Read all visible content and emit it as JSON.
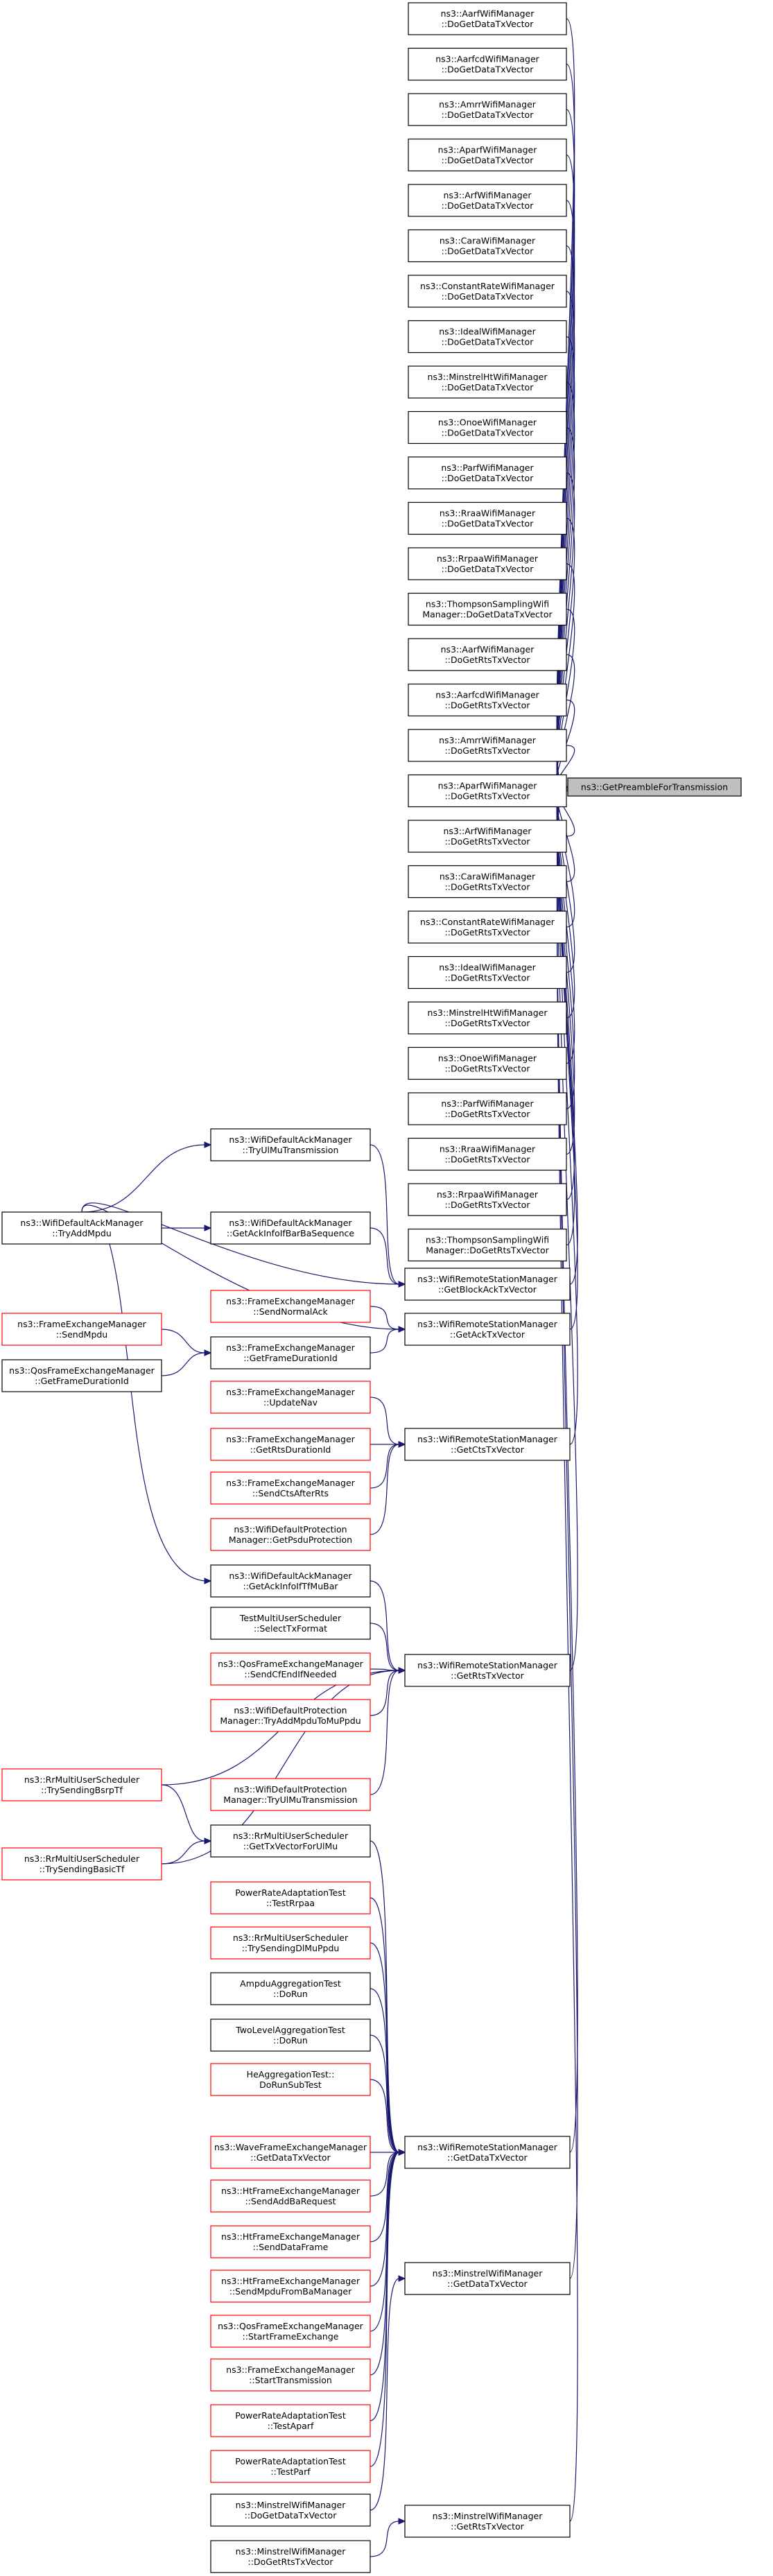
{
  "colors": {
    "edge": "#191970",
    "target_fill": "#bfbfbf",
    "node_border": "#000000",
    "undocumented_border": "#ff0000",
    "node_fill": "#ffffff"
  },
  "target": {
    "id": "T",
    "lines": [
      "ns3::GetPreambleForTransmission"
    ]
  },
  "nodes": [
    {
      "id": "n1",
      "lines": [
        "ns3::AarfWifiManager",
        "::DoGetDataTxVector"
      ],
      "style": "normal"
    },
    {
      "id": "n2",
      "lines": [
        "ns3::AarfcdWifiManager",
        "::DoGetDataTxVector"
      ],
      "style": "normal"
    },
    {
      "id": "n3",
      "lines": [
        "ns3::AmrrWifiManager",
        "::DoGetDataTxVector"
      ],
      "style": "normal"
    },
    {
      "id": "n4",
      "lines": [
        "ns3::AparfWifiManager",
        "::DoGetDataTxVector"
      ],
      "style": "normal"
    },
    {
      "id": "n5",
      "lines": [
        "ns3::ArfWifiManager",
        "::DoGetDataTxVector"
      ],
      "style": "normal"
    },
    {
      "id": "n6",
      "lines": [
        "ns3::CaraWifiManager",
        "::DoGetDataTxVector"
      ],
      "style": "normal"
    },
    {
      "id": "n7",
      "lines": [
        "ns3::ConstantRateWifiManager",
        "::DoGetDataTxVector"
      ],
      "style": "normal"
    },
    {
      "id": "n8",
      "lines": [
        "ns3::IdealWifiManager",
        "::DoGetDataTxVector"
      ],
      "style": "normal"
    },
    {
      "id": "n9",
      "lines": [
        "ns3::MinstrelHtWifiManager",
        "::DoGetDataTxVector"
      ],
      "style": "normal"
    },
    {
      "id": "n10",
      "lines": [
        "ns3::OnoeWifiManager",
        "::DoGetDataTxVector"
      ],
      "style": "normal"
    },
    {
      "id": "n11",
      "lines": [
        "ns3::ParfWifiManager",
        "::DoGetDataTxVector"
      ],
      "style": "normal"
    },
    {
      "id": "n12",
      "lines": [
        "ns3::RraaWifiManager",
        "::DoGetDataTxVector"
      ],
      "style": "normal"
    },
    {
      "id": "n13",
      "lines": [
        "ns3::RrpaaWifiManager",
        "::DoGetDataTxVector"
      ],
      "style": "normal"
    },
    {
      "id": "n14",
      "lines": [
        "ns3::ThompsonSamplingWifi",
        "Manager::DoGetDataTxVector"
      ],
      "style": "normal"
    },
    {
      "id": "n15",
      "lines": [
        "ns3::AarfWifiManager",
        "::DoGetRtsTxVector"
      ],
      "style": "normal"
    },
    {
      "id": "n16",
      "lines": [
        "ns3::AarfcdWifiManager",
        "::DoGetRtsTxVector"
      ],
      "style": "normal"
    },
    {
      "id": "n17",
      "lines": [
        "ns3::AmrrWifiManager",
        "::DoGetRtsTxVector"
      ],
      "style": "normal"
    },
    {
      "id": "n18",
      "lines": [
        "ns3::AparfWifiManager",
        "::DoGetRtsTxVector"
      ],
      "style": "normal"
    },
    {
      "id": "n19",
      "lines": [
        "ns3::ArfWifiManager",
        "::DoGetRtsTxVector"
      ],
      "style": "normal"
    },
    {
      "id": "n20",
      "lines": [
        "ns3::CaraWifiManager",
        "::DoGetRtsTxVector"
      ],
      "style": "normal"
    },
    {
      "id": "n21",
      "lines": [
        "ns3::ConstantRateWifiManager",
        "::DoGetRtsTxVector"
      ],
      "style": "normal"
    },
    {
      "id": "n22",
      "lines": [
        "ns3::IdealWifiManager",
        "::DoGetRtsTxVector"
      ],
      "style": "normal"
    },
    {
      "id": "n23",
      "lines": [
        "ns3::MinstrelHtWifiManager",
        "::DoGetRtsTxVector"
      ],
      "style": "normal"
    },
    {
      "id": "n24",
      "lines": [
        "ns3::OnoeWifiManager",
        "::DoGetRtsTxVector"
      ],
      "style": "normal"
    },
    {
      "id": "n25",
      "lines": [
        "ns3::ParfWifiManager",
        "::DoGetRtsTxVector"
      ],
      "style": "normal"
    },
    {
      "id": "n26",
      "lines": [
        "ns3::RraaWifiManager",
        "::DoGetRtsTxVector"
      ],
      "style": "normal"
    },
    {
      "id": "n27",
      "lines": [
        "ns3::RrpaaWifiManager",
        "::DoGetRtsTxVector"
      ],
      "style": "normal"
    },
    {
      "id": "n28",
      "lines": [
        "ns3::ThompsonSamplingWifi",
        "Manager::DoGetRtsTxVector"
      ],
      "style": "normal"
    },
    {
      "id": "n29",
      "lines": [
        "ns3::WifiRemoteStationManager",
        "::GetBlockAckTxVector"
      ],
      "style": "normal"
    },
    {
      "id": "n30",
      "lines": [
        "ns3::WifiRemoteStationManager",
        "::GetAckTxVector"
      ],
      "style": "normal"
    },
    {
      "id": "n31",
      "lines": [
        "ns3::WifiRemoteStationManager",
        "::GetCtsTxVector"
      ],
      "style": "normal"
    },
    {
      "id": "n32",
      "lines": [
        "ns3::WifiRemoteStationManager",
        "::GetRtsTxVector"
      ],
      "style": "normal"
    },
    {
      "id": "n33",
      "lines": [
        "ns3::WifiRemoteStationManager",
        "::GetDataTxVector"
      ],
      "style": "normal"
    },
    {
      "id": "n34",
      "lines": [
        "ns3::MinstrelWifiManager",
        "::GetDataTxVector"
      ],
      "style": "normal"
    },
    {
      "id": "n35",
      "lines": [
        "ns3::MinstrelWifiManager",
        "::GetRtsTxVector"
      ],
      "style": "normal"
    },
    {
      "id": "m1",
      "lines": [
        "ns3::WifiDefaultAckManager",
        "::TryUlMuTransmission"
      ],
      "style": "normal"
    },
    {
      "id": "m2",
      "lines": [
        "ns3::WifiDefaultAckManager",
        "::GetAckInfoIfBarBaSequence"
      ],
      "style": "normal"
    },
    {
      "id": "m3",
      "lines": [
        "ns3::FrameExchangeManager",
        "::SendNormalAck"
      ],
      "style": "undoc"
    },
    {
      "id": "m4",
      "lines": [
        "ns3::FrameExchangeManager",
        "::GetFrameDurationId"
      ],
      "style": "normal"
    },
    {
      "id": "m5",
      "lines": [
        "ns3::FrameExchangeManager",
        "::UpdateNav"
      ],
      "style": "undoc"
    },
    {
      "id": "m6",
      "lines": [
        "ns3::FrameExchangeManager",
        "::GetRtsDurationId"
      ],
      "style": "undoc"
    },
    {
      "id": "m7",
      "lines": [
        "ns3::FrameExchangeManager",
        "::SendCtsAfterRts"
      ],
      "style": "undoc"
    },
    {
      "id": "m8",
      "lines": [
        "ns3::WifiDefaultProtection",
        "Manager::GetPsduProtection"
      ],
      "style": "undoc"
    },
    {
      "id": "m9",
      "lines": [
        "ns3::WifiDefaultAckManager",
        "::GetAckInfoIfTfMuBar"
      ],
      "style": "normal"
    },
    {
      "id": "m10",
      "lines": [
        "TestMultiUserScheduler",
        "::SelectTxFormat"
      ],
      "style": "normal"
    },
    {
      "id": "m11",
      "lines": [
        "ns3::QosFrameExchangeManager",
        "::SendCfEndIfNeeded"
      ],
      "style": "undoc"
    },
    {
      "id": "m12",
      "lines": [
        "ns3::WifiDefaultProtection",
        "Manager::TryAddMpduToMuPpdu"
      ],
      "style": "undoc"
    },
    {
      "id": "m13",
      "lines": [
        "ns3::WifiDefaultProtection",
        "Manager::TryUlMuTransmission"
      ],
      "style": "undoc"
    },
    {
      "id": "m14",
      "lines": [
        "ns3::RrMultiUserScheduler",
        "::GetTxVectorForUlMu"
      ],
      "style": "normal"
    },
    {
      "id": "m15",
      "lines": [
        "PowerRateAdaptationTest",
        "::TestRrpaa"
      ],
      "style": "undoc"
    },
    {
      "id": "m16",
      "lines": [
        "ns3::RrMultiUserScheduler",
        "::TrySendingDlMuPpdu"
      ],
      "style": "undoc"
    },
    {
      "id": "m17",
      "lines": [
        "AmpduAggregationTest",
        "::DoRun"
      ],
      "style": "normal"
    },
    {
      "id": "m18",
      "lines": [
        "TwoLevelAggregationTest",
        "::DoRun"
      ],
      "style": "normal"
    },
    {
      "id": "m19",
      "lines": [
        "HeAggregationTest::",
        "DoRunSubTest"
      ],
      "style": "undoc"
    },
    {
      "id": "m20",
      "lines": [
        "ns3::WaveFrameExchangeManager",
        "::GetDataTxVector"
      ],
      "style": "undoc"
    },
    {
      "id": "m21",
      "lines": [
        "ns3::HtFrameExchangeManager",
        "::SendAddBaRequest"
      ],
      "style": "undoc"
    },
    {
      "id": "m22",
      "lines": [
        "ns3::HtFrameExchangeManager",
        "::SendDataFrame"
      ],
      "style": "undoc"
    },
    {
      "id": "m23",
      "lines": [
        "ns3::HtFrameExchangeManager",
        "::SendMpduFromBaManager"
      ],
      "style": "undoc"
    },
    {
      "id": "m24",
      "lines": [
        "ns3::QosFrameExchangeManager",
        "::StartFrameExchange"
      ],
      "style": "undoc"
    },
    {
      "id": "m25",
      "lines": [
        "ns3::FrameExchangeManager",
        "::StartTransmission"
      ],
      "style": "undoc"
    },
    {
      "id": "m26",
      "lines": [
        "PowerRateAdaptationTest",
        "::TestAparf"
      ],
      "style": "undoc"
    },
    {
      "id": "m27",
      "lines": [
        "PowerRateAdaptationTest",
        "::TestParf"
      ],
      "style": "undoc"
    },
    {
      "id": "m28",
      "lines": [
        "ns3::MinstrelWifiManager",
        "::DoGetDataTxVector"
      ],
      "style": "normal"
    },
    {
      "id": "m29",
      "lines": [
        "ns3::MinstrelWifiManager",
        "::DoGetRtsTxVector"
      ],
      "style": "normal"
    },
    {
      "id": "l1",
      "lines": [
        "ns3::WifiDefaultAckManager",
        "::TryAddMpdu"
      ],
      "style": "normal"
    },
    {
      "id": "l2",
      "lines": [
        "ns3::FrameExchangeManager",
        "::SendMpdu"
      ],
      "style": "undoc"
    },
    {
      "id": "l3",
      "lines": [
        "ns3::QosFrameExchangeManager",
        "::GetFrameDurationId"
      ],
      "style": "normal"
    },
    {
      "id": "l4",
      "lines": [
        "ns3::RrMultiUserScheduler",
        "::TrySendingBsrpTf"
      ],
      "style": "undoc"
    },
    {
      "id": "l5",
      "lines": [
        "ns3::RrMultiUserScheduler",
        "::TrySendingBasicTf"
      ],
      "style": "undoc"
    }
  ],
  "edges": [
    [
      "n1",
      "T"
    ],
    [
      "n2",
      "T"
    ],
    [
      "n3",
      "T"
    ],
    [
      "n4",
      "T"
    ],
    [
      "n5",
      "T"
    ],
    [
      "n6",
      "T"
    ],
    [
      "n7",
      "T"
    ],
    [
      "n8",
      "T"
    ],
    [
      "n9",
      "T"
    ],
    [
      "n10",
      "T"
    ],
    [
      "n11",
      "T"
    ],
    [
      "n12",
      "T"
    ],
    [
      "n13",
      "T"
    ],
    [
      "n14",
      "T"
    ],
    [
      "n15",
      "T"
    ],
    [
      "n16",
      "T"
    ],
    [
      "n17",
      "T"
    ],
    [
      "n18",
      "T"
    ],
    [
      "n19",
      "T"
    ],
    [
      "n20",
      "T"
    ],
    [
      "n21",
      "T"
    ],
    [
      "n22",
      "T"
    ],
    [
      "n23",
      "T"
    ],
    [
      "n24",
      "T"
    ],
    [
      "n25",
      "T"
    ],
    [
      "n26",
      "T"
    ],
    [
      "n27",
      "T"
    ],
    [
      "n28",
      "T"
    ],
    [
      "n29",
      "T"
    ],
    [
      "n30",
      "T"
    ],
    [
      "n31",
      "T"
    ],
    [
      "n32",
      "T"
    ],
    [
      "n33",
      "T"
    ],
    [
      "n34",
      "T"
    ],
    [
      "n35",
      "T"
    ],
    [
      "m1",
      "n29"
    ],
    [
      "m2",
      "n29"
    ],
    [
      "l1",
      "n29"
    ],
    [
      "l1",
      "n30"
    ],
    [
      "l1",
      "m1"
    ],
    [
      "l1",
      "m2"
    ],
    [
      "l1",
      "m9"
    ],
    [
      "m3",
      "n30"
    ],
    [
      "m4",
      "n30"
    ],
    [
      "l2",
      "m4"
    ],
    [
      "l3",
      "m4"
    ],
    [
      "m5",
      "n31"
    ],
    [
      "m6",
      "n31"
    ],
    [
      "m7",
      "n31"
    ],
    [
      "m8",
      "n31"
    ],
    [
      "m9",
      "n32"
    ],
    [
      "m10",
      "n32"
    ],
    [
      "m11",
      "n32"
    ],
    [
      "m12",
      "n32"
    ],
    [
      "m13",
      "n32"
    ],
    [
      "l4",
      "n32"
    ],
    [
      "l5",
      "n32"
    ],
    [
      "l4",
      "m14"
    ],
    [
      "l5",
      "m14"
    ],
    [
      "m14",
      "n33"
    ],
    [
      "m15",
      "n33"
    ],
    [
      "m16",
      "n33"
    ],
    [
      "m17",
      "n33"
    ],
    [
      "m18",
      "n33"
    ],
    [
      "m19",
      "n33"
    ],
    [
      "m20",
      "n33"
    ],
    [
      "m21",
      "n33"
    ],
    [
      "m22",
      "n33"
    ],
    [
      "m23",
      "n33"
    ],
    [
      "m24",
      "n33"
    ],
    [
      "m25",
      "n33"
    ],
    [
      "m26",
      "n33"
    ],
    [
      "m27",
      "n33"
    ],
    [
      "m28",
      "n34"
    ],
    [
      "m29",
      "n35"
    ]
  ]
}
